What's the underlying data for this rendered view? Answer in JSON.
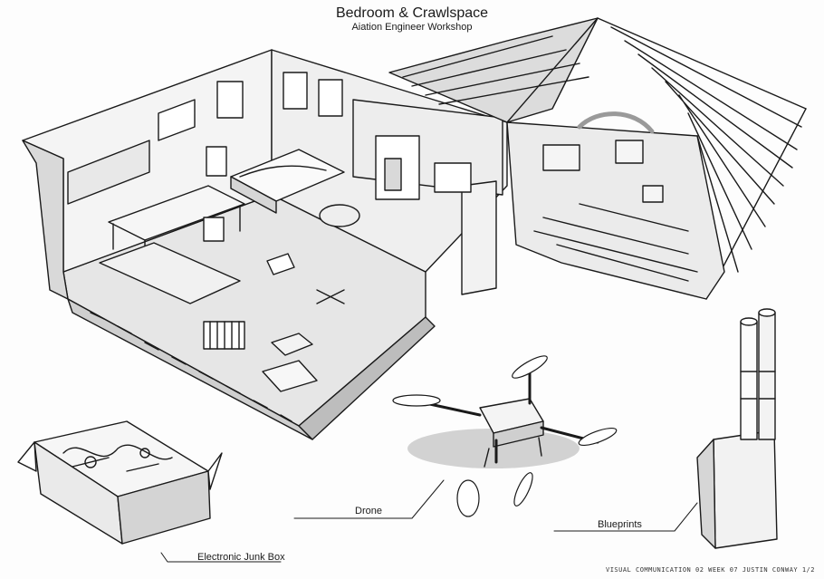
{
  "title": "Bedroom & Crawlspace",
  "subtitle": "Aiation Engineer Workshop",
  "labels": {
    "drone": "Drone",
    "blueprints": "Blueprints",
    "junk_box": "Electronic Junk Box"
  },
  "credit": "VISUAL COMMUNICATION 02  WEEK 07  JUSTIN CONWAY 1/2",
  "colors": {
    "ink": "#1a1a1a",
    "shade": "#cfcfcf",
    "floor": "#e6e6e6"
  }
}
